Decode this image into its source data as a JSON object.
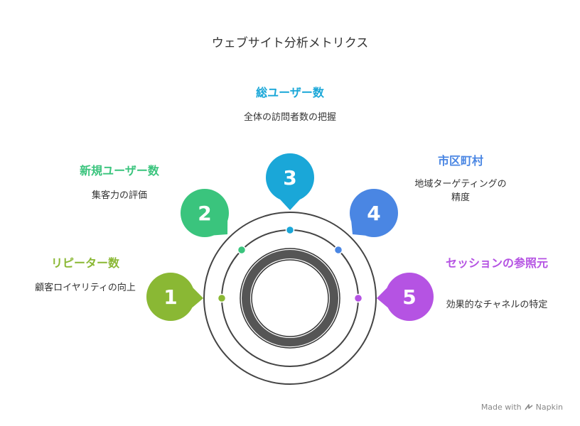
{
  "title": "ウェブサイト分析メトリクス",
  "items": [
    {
      "num": "1",
      "title": "リピーター数",
      "desc": "顧客ロイヤリティの向上",
      "color": "#8ab834"
    },
    {
      "num": "2",
      "title": "新規ユーザー数",
      "desc": "集客力の評価",
      "color": "#3ac47d"
    },
    {
      "num": "3",
      "title": "総ユーザー数",
      "desc": "全体の訪問者数の把握",
      "color": "#1aa7d8"
    },
    {
      "num": "4",
      "title": "市区町村",
      "desc": "地域ターゲティングの精度",
      "color": "#4a86e3"
    },
    {
      "num": "5",
      "title": "セッションの参照元",
      "desc": "効果的なチャネルの特定",
      "color": "#b553e3"
    }
  ],
  "footer": {
    "made_with": "Made with",
    "brand": "Napkin",
    "brand_icon": "napkin-logo-icon"
  }
}
